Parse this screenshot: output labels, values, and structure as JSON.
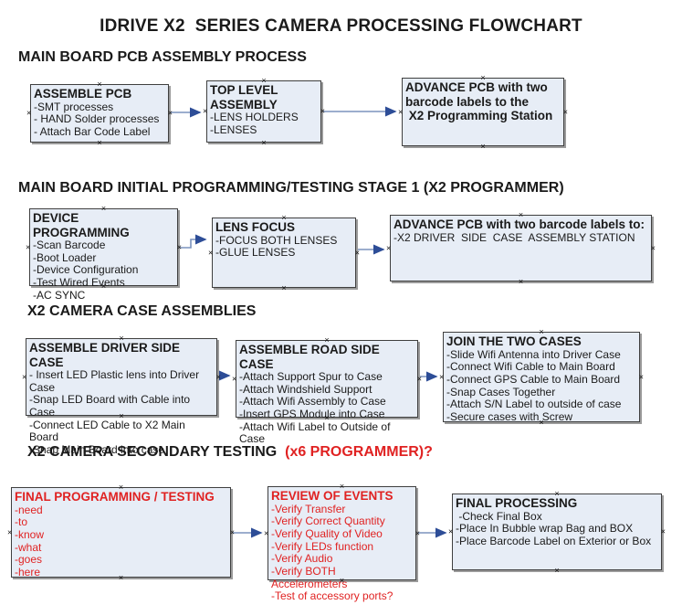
{
  "title": "IDRIVE X2  SERIES CAMERA PROCESSING FLOWCHART",
  "icons": {
    "anchor_x": "×"
  },
  "colors": {
    "box_fill": "#e7edf6",
    "box_border": "#3f3f3f",
    "box_shadow": "#9b9b9b",
    "arrow_line": "#7b93bd",
    "arrow_head": "#2d4d97",
    "accent_red": "#e02222",
    "text": "#1a1a1a"
  },
  "sections": [
    {
      "heading": "MAIN BOARD PCB ASSEMBLY PROCESS",
      "boxes": [
        {
          "title": "ASSEMBLE PCB",
          "items": [
            "-SMT processes",
            "- HAND Solder processes",
            "- Attach Bar Code Label"
          ]
        },
        {
          "title": "TOP LEVEL ASSEMBLY",
          "items": [
            "-LENS HOLDERS",
            "-LENSES"
          ]
        },
        {
          "title_lines": [
            "ADVANCE PCB with two",
            "barcode labels to the",
            " X2 Programming Station"
          ],
          "items": []
        }
      ]
    },
    {
      "heading": "MAIN BOARD INITIAL PROGRAMMING/TESTING STAGE 1 (X2 PROGRAMMER)",
      "boxes": [
        {
          "title": "DEVICE PROGRAMMING",
          "items": [
            "-Scan Barcode",
            "-Boot Loader",
            "-Device Configuration",
            "-Test Wired Events",
            "-AC SYNC"
          ]
        },
        {
          "title": "LENS FOCUS",
          "items": [
            "-FOCUS BOTH LENSES",
            "-GLUE LENSES"
          ]
        },
        {
          "title": "ADVANCE PCB with two barcode labels to:",
          "items": [
            "-X2 DRIVER  SIDE  CASE  ASSEMBLY STATION"
          ]
        }
      ]
    },
    {
      "heading": "X2 CAMERA CASE ASSEMBLIES",
      "boxes": [
        {
          "title": "ASSEMBLE DRIVER SIDE CASE",
          "items": [
            "- Insert LED Plastic lens into Driver Case",
            "-Snap LED Board with Cable into Case",
            "-Connect LED Cable to X2 Main Board",
            "-Snap Main Board into case"
          ]
        },
        {
          "title": "ASSEMBLE ROAD SIDE CASE",
          "items": [
            "-Attach Support Spur to Case",
            "-Attach Windshield Support",
            "-Attach Wifi Assembly to Case",
            "-Insert GPS Module into Case",
            "-Attach Wifi Label to Outside of Case"
          ]
        },
        {
          "title": "JOIN THE TWO CASES",
          "items": [
            "-Slide Wifi Antenna into Driver Case",
            "-Connect Wifi Cable to Main Board",
            "-Connect GPS Cable to Main Board",
            "-Snap Cases Together",
            "-Attach S/N Label to outside of case",
            "-Secure cases with Screw"
          ]
        }
      ]
    },
    {
      "heading": "X2 CAMERA SECONDARY TESTING",
      "heading_suffix": "  (x6 PROGRAMMER)?",
      "boxes": [
        {
          "title": "FINAL PROGRAMMING / TESTING",
          "items": [
            "-need",
            "-to",
            "-know",
            "-what",
            "-goes",
            "-here"
          ]
        },
        {
          "title": "REVIEW OF EVENTS",
          "items": [
            "-Verify Transfer",
            "-Verify Correct Quantity",
            "-Verify Quality of Video",
            "-Verify LEDs function",
            "-Verify Audio",
            "-Verify BOTH Accelerometers",
            "-Test of accessory ports?"
          ]
        },
        {
          "title": "FINAL PROCESSING",
          "items": [
            " -Check Final Box",
            "-Place In Bubble wrap Bag and BOX",
            "-Place Barcode Label on Exterior or Box"
          ]
        }
      ]
    }
  ]
}
